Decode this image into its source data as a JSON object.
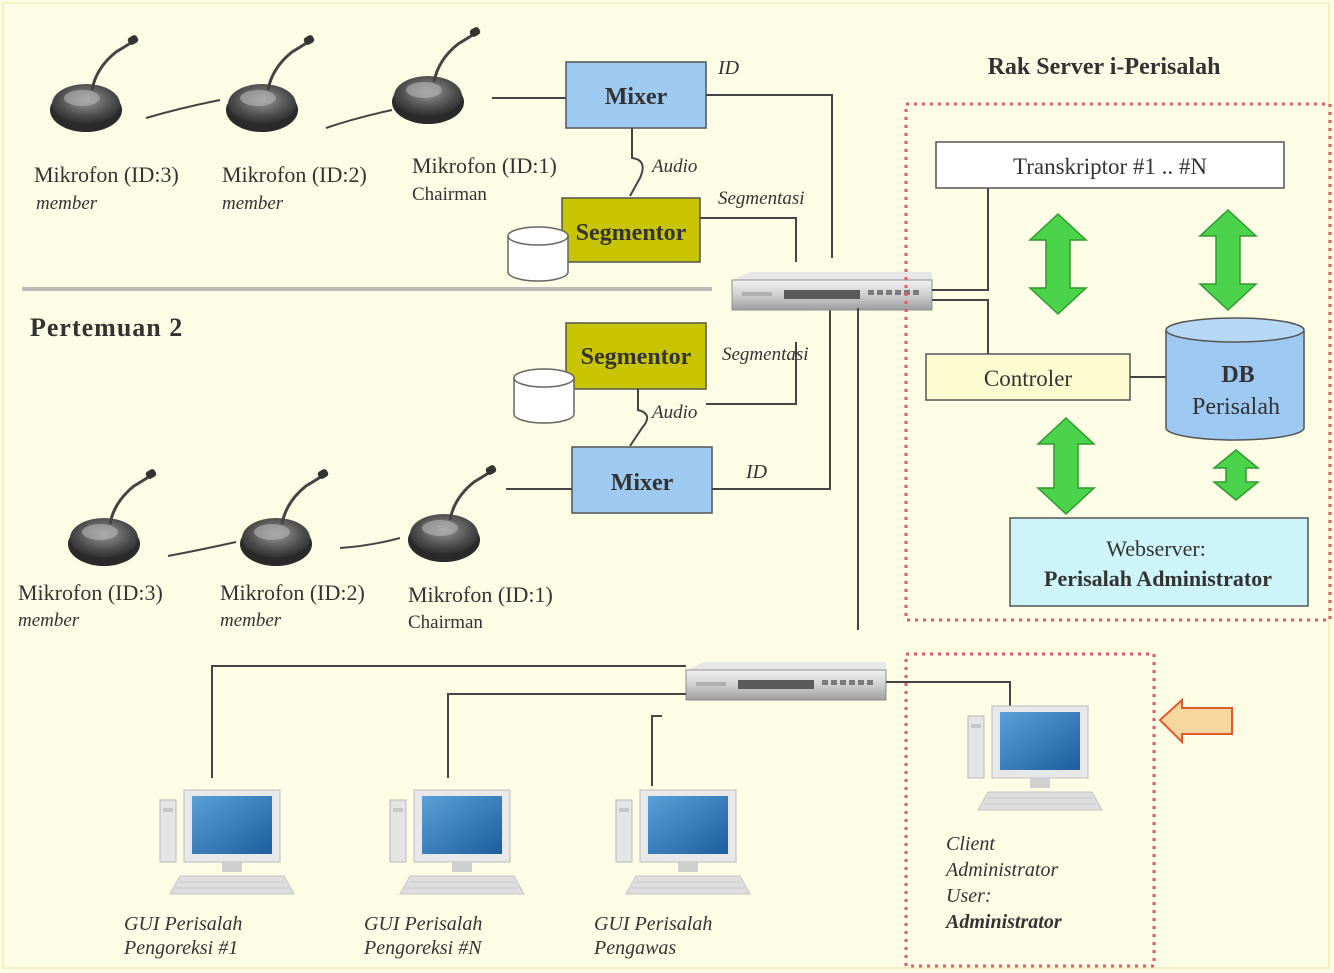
{
  "meeting1": {
    "mics": [
      {
        "name": "Mikrofon (ID:3)",
        "role": "member"
      },
      {
        "name": "Mikrofon (ID:2)",
        "role": "member"
      },
      {
        "name": "Mikrofon (ID:1)",
        "role": "Chairman"
      }
    ],
    "mixer": "Mixer",
    "segmentor": "Segmentor",
    "id_label": "ID",
    "audio_label": "Audio",
    "segmentasi_label": "Segmentasi"
  },
  "meeting2": {
    "title": "Pertemuan 2",
    "mics": [
      {
        "name": "Mikrofon (ID:3)",
        "role": "member"
      },
      {
        "name": "Mikrofon (ID:2)",
        "role": "member"
      },
      {
        "name": "Mikrofon (ID:1)",
        "role": "Chairman"
      }
    ],
    "mixer": "Mixer",
    "segmentor": "Segmentor",
    "id_label": "ID",
    "audio_label": "Audio",
    "segmentasi_label": "Segmentasi"
  },
  "server": {
    "title": "Rak Server i-Perisalah",
    "transkriptor": "Transkriptor #1 .. #N",
    "controler": "Controler",
    "db_line1": "DB",
    "db_line2": "Perisalah",
    "webserver_line1": "Webserver:",
    "webserver_line2": "Perisalah Administrator"
  },
  "clients": [
    {
      "line1": "GUI Perisalah",
      "line2": "Pengoreksi #1"
    },
    {
      "line1": "GUI Perisalah",
      "line2": "Pengoreksi #N"
    },
    {
      "line1": "GUI Perisalah",
      "line2": "Pengawas"
    }
  ],
  "admin_client": {
    "line1": "Client",
    "line2": "Administrator",
    "line3": "User:",
    "line4": "Administrator"
  },
  "colors": {
    "mixer": "#9ec9f0",
    "segmentor": "#c8c400",
    "controler": "#fdfbd0",
    "db": "#9cc8f2",
    "webserver": "#cdf4f8",
    "arrow": "#4bd44b",
    "dotted_border": "#e05a6a",
    "pointer_arrow": "#f6d7a0"
  }
}
